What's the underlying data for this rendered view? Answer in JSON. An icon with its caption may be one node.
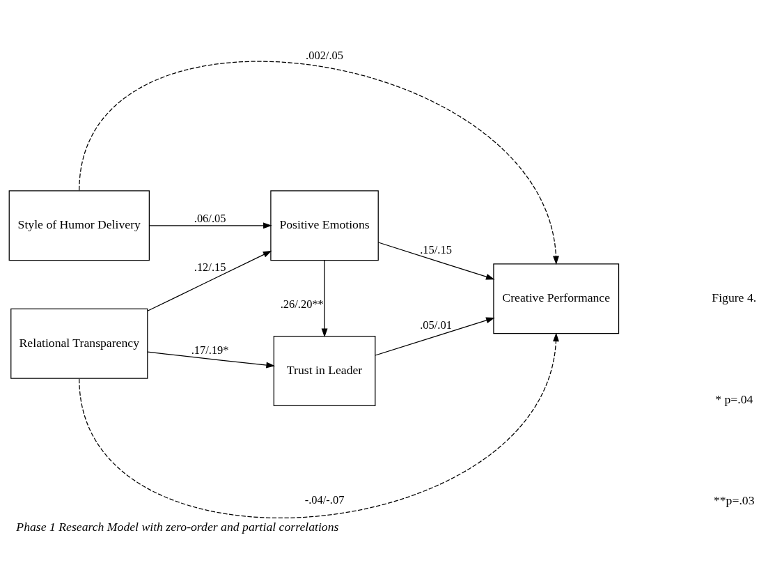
{
  "diagram": {
    "caption": "Phase 1 Research Model with zero-order and partial correlations",
    "nodes": [
      {
        "text": [
          "Style of Humor Delivery"
        ]
      },
      {
        "text": [
          "Positive Emotions"
        ]
      },
      {
        "text": [
          "Creative Performance"
        ]
      },
      {
        "text": [
          "Relational Transparency"
        ]
      },
      {
        "text": [
          "Trust in Leader"
        ]
      }
    ],
    "edges": [
      {
        "from": 0,
        "to": 2,
        "arrow": "to",
        "label": ".002/.05",
        "style": "dashed"
      },
      {
        "from": 0,
        "to": 1,
        "arrow": "to",
        "label": ".06/.05"
      },
      {
        "from": 1,
        "to": 2,
        "arrow": "to",
        "label": ".15/.15"
      },
      {
        "from": 3,
        "to": 1,
        "arrow": "to",
        "label": ".12/.15"
      },
      {
        "from": 1,
        "to": 4,
        "arrow": "to",
        "label": ".26/.20**"
      },
      {
        "from": 3,
        "to": 4,
        "arrow": "to",
        "label": ".17/.19*"
      },
      {
        "from": 4,
        "to": 2,
        "arrow": "to",
        "label": ".05/.01"
      },
      {
        "from": 3,
        "to": 2,
        "arrow": "to",
        "label": "-.04/-.07",
        "style": "dashed"
      }
    ],
    "labels": [
      "Figure 4.",
      "* p=.04",
      "**p=.03"
    ]
  }
}
